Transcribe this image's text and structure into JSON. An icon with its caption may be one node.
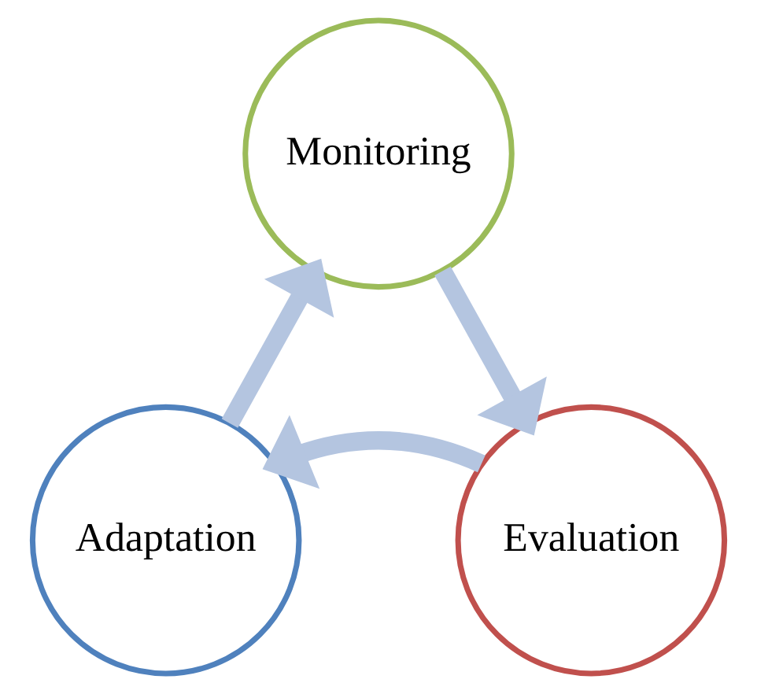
{
  "diagram": {
    "nodes": [
      {
        "text": [
          "Monitoring"
        ]
      },
      {
        "text": [
          "Evaluation"
        ]
      },
      {
        "text": [
          "Adaptation"
        ]
      }
    ],
    "edges": [
      {
        "from": 0,
        "to": 1,
        "arrow": "to"
      },
      {
        "from": 1,
        "to": 2,
        "arrow": "to"
      },
      {
        "from": 2,
        "to": 0,
        "arrow": "to"
      }
    ]
  }
}
